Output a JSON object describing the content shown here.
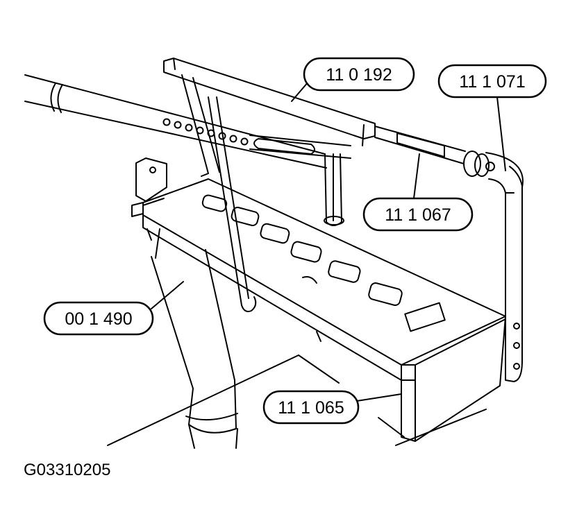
{
  "figure": {
    "id": "G03310205",
    "callouts": [
      {
        "key": "c1",
        "label": "11 0 192"
      },
      {
        "key": "c2",
        "label": "11 1 071"
      },
      {
        "key": "c3",
        "label": "11 1 067"
      },
      {
        "key": "c4",
        "label": "00 1 490"
      },
      {
        "key": "c5",
        "label": "11 1 065"
      }
    ]
  }
}
